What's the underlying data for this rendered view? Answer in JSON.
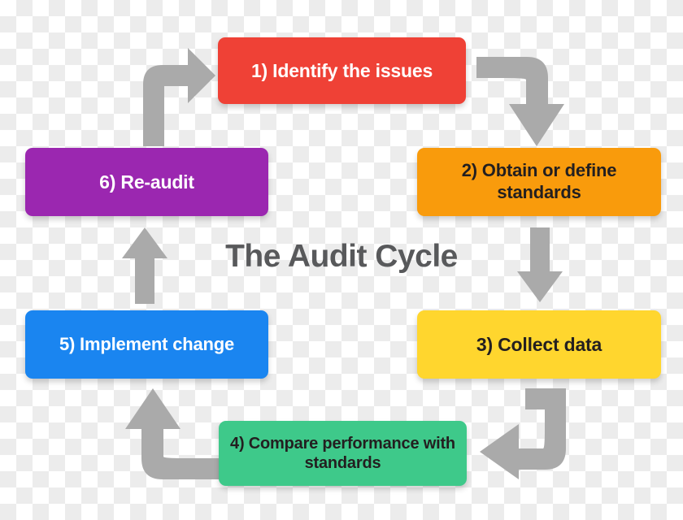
{
  "diagram": {
    "title": "The Audit Cycle",
    "title_color": "#58595b",
    "background": "transparency-checkerboard",
    "arrow_color": "#aaaaaa",
    "nodes": [
      {
        "id": "node1",
        "step": "1",
        "label": "1) Identify the issues",
        "color": "#ef4136",
        "text_color": "#ffffff"
      },
      {
        "id": "node2",
        "step": "2",
        "label": "2) Obtain or define standards",
        "color": "#f99b0c",
        "text_color": "#231f20"
      },
      {
        "id": "node3",
        "step": "3",
        "label": "3) Collect data",
        "color": "#ffd62e",
        "text_color": "#231f20"
      },
      {
        "id": "node4",
        "step": "4",
        "label": "4) Compare performance with standards",
        "color": "#3ec98a",
        "text_color": "#231f20"
      },
      {
        "id": "node5",
        "step": "5",
        "label": "5) Implement change",
        "color": "#1a85f0",
        "text_color": "#ffffff"
      },
      {
        "id": "node6",
        "step": "6",
        "label": "6) Re-audit",
        "color": "#9b27b0",
        "text_color": "#ffffff"
      }
    ],
    "arrows": [
      {
        "id": "arrow-6-to-1",
        "from": "6) Re-audit",
        "to": "1) Identify the issues",
        "shape": "elbow-up-right"
      },
      {
        "id": "arrow-1-to-2",
        "from": "1) Identify the issues",
        "to": "2) Obtain or define standards",
        "shape": "elbow-right-down"
      },
      {
        "id": "arrow-2-to-3",
        "from": "2) Obtain or define standards",
        "to": "3) Collect data",
        "shape": "straight-down"
      },
      {
        "id": "arrow-3-to-4",
        "from": "3) Collect data",
        "to": "4) Compare performance with standards",
        "shape": "elbow-down-left"
      },
      {
        "id": "arrow-4-to-5",
        "from": "4) Compare performance with standards",
        "to": "5) Implement change",
        "shape": "elbow-left-up"
      },
      {
        "id": "arrow-5-to-6",
        "from": "5) Implement change",
        "to": "6) Re-audit",
        "shape": "straight-up"
      }
    ]
  }
}
